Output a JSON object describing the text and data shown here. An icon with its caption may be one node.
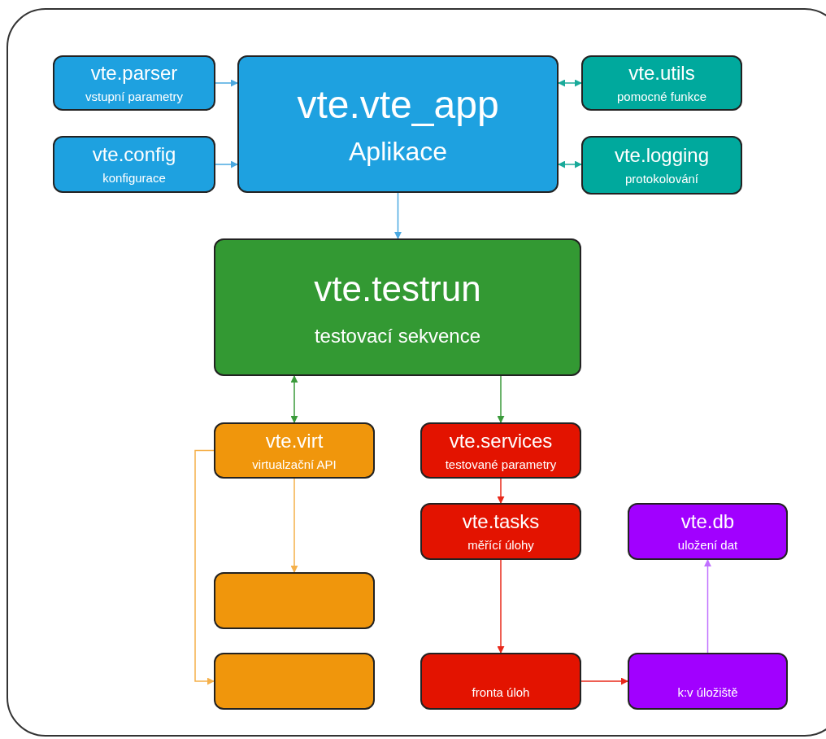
{
  "diagram": {
    "nodes": [
      {
        "text": [
          "vte.parser",
          "vstupní parametry"
        ]
      },
      {
        "text": [
          "vte.config",
          "konfigurace"
        ]
      },
      {
        "text": [
          "vte.vte_app",
          "Aplikace"
        ]
      },
      {
        "text": [
          "vte.utils",
          "pomocné funkce"
        ]
      },
      {
        "text": [
          "vte.logging",
          "protokolování"
        ]
      },
      {
        "text": [
          "vte.testrun",
          "testovací sekvence"
        ]
      },
      {
        "text": [
          "vte.virt",
          "virtualzační API"
        ]
      },
      {
        "text": [
          "vte.services",
          "testované parametry"
        ]
      },
      {
        "text": [],
        "shape": "box"
      },
      {
        "text": [
          "vte.tasks",
          "měřící úlohy"
        ]
      },
      {
        "text": [
          "vte.db",
          "uložení dat"
        ]
      },
      {
        "text": [],
        "shape": "box"
      },
      {
        "text": [
          "fronta úloh"
        ]
      },
      {
        "text": [
          "k:v úložiště"
        ]
      }
    ],
    "edges": [
      {
        "from": 0,
        "to": 2,
        "arrow": "to",
        "color": "#4aa8e0"
      },
      {
        "from": 1,
        "to": 2,
        "arrow": "to",
        "color": "#4aa8e0"
      },
      {
        "from": 2,
        "to": 3,
        "arrow": "both",
        "color": "#1aaa9a"
      },
      {
        "from": 2,
        "to": 4,
        "arrow": "both",
        "color": "#1aaa9a"
      },
      {
        "from": 2,
        "to": 5,
        "arrow": "to",
        "color": "#4aa8e0"
      },
      {
        "from": 5,
        "to": 6,
        "arrow": "both",
        "color": "#3a9a3a"
      },
      {
        "from": 5,
        "to": 7,
        "arrow": "to",
        "color": "#3a9a3a"
      },
      {
        "from": 6,
        "to": 8,
        "arrow": "to",
        "color": "#f5b04a"
      },
      {
        "from": 6,
        "to": 11,
        "arrow": "to",
        "color": "#f5b04a"
      },
      {
        "from": 7,
        "to": 9,
        "arrow": "to",
        "color": "#e8281a"
      },
      {
        "from": 9,
        "to": 12,
        "arrow": "to",
        "color": "#e8281a"
      },
      {
        "from": 12,
        "to": 13,
        "arrow": "to",
        "color": "#e8281a"
      },
      {
        "from": 13,
        "to": 10,
        "arrow": "to",
        "color": "#c070ff"
      }
    ]
  }
}
